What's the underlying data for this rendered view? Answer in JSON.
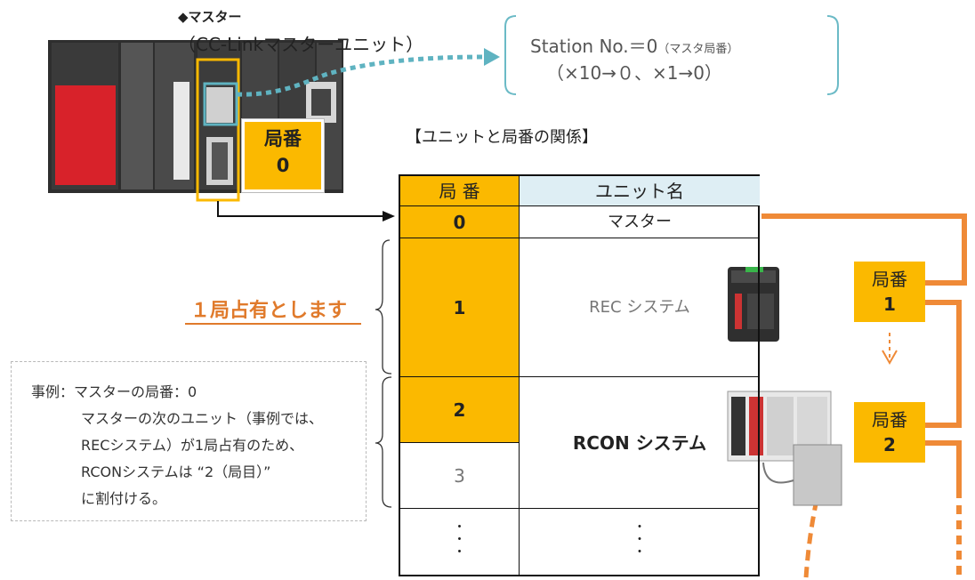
{
  "master": {
    "title": "◆マスター",
    "subtitle": "（CC-Linkマスターユニット）",
    "callout_label": "局番",
    "callout_number": "0"
  },
  "station": {
    "line1": "Station No.＝0",
    "line1_note": "（マスタ局番）",
    "line2": "（×10→０、×1→0）"
  },
  "relation_title": "【ユニットと局番の関係】",
  "table": {
    "header_station": "局 番",
    "header_unit": "ユニット名",
    "rows": [
      {
        "station": "0",
        "unit": "マスター"
      },
      {
        "station": "1",
        "unit": "REC システム"
      },
      {
        "station": "2",
        "unit": "RCON システム"
      },
      {
        "station": "3",
        "unit": ""
      },
      {
        "station": "・\n・\n・",
        "unit": "・\n・\n・"
      }
    ]
  },
  "occupy_label": "１局占有とします",
  "example": {
    "lines": [
      "事例：マスターの局番：0",
      "マスターの次のユニット（事例では、",
      "RECシステム）が1局占有のため、",
      "RCONシステムは “2（局目）”",
      "に割付ける。"
    ]
  },
  "badges": [
    {
      "label": "局番",
      "number": "1"
    },
    {
      "label": "局番",
      "number": "2"
    }
  ],
  "colors": {
    "accent_yellow": "#fbb900",
    "accent_orange": "#ef8a37",
    "header_blue": "#deeef4",
    "teal": "#5fb3c1"
  }
}
